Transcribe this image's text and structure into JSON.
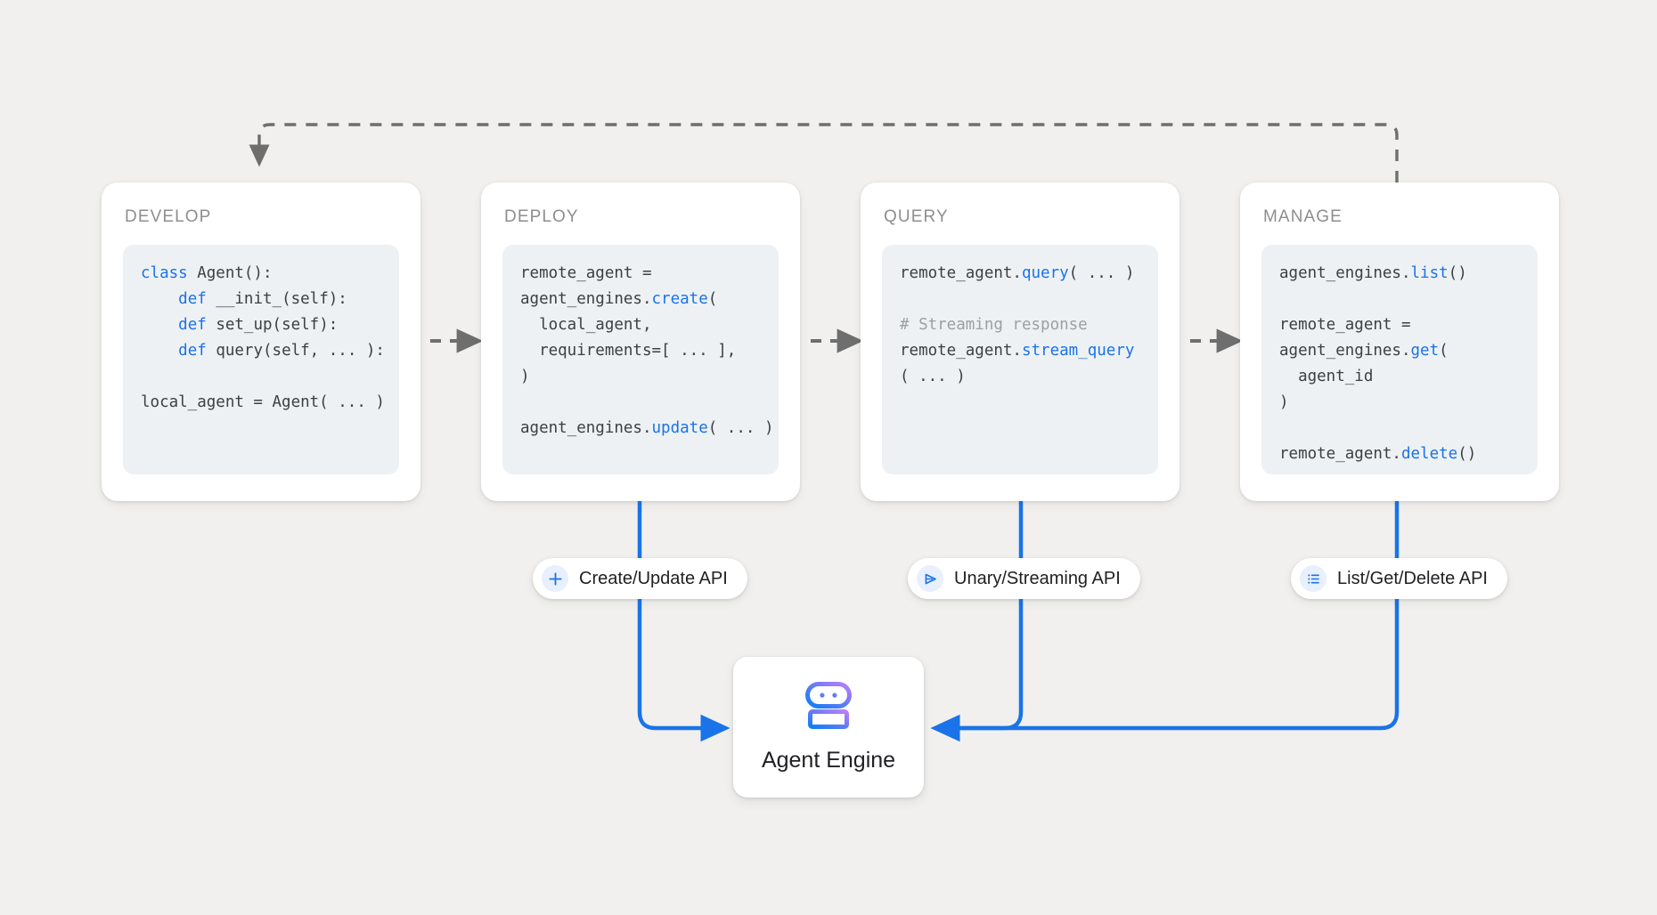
{
  "theme": {
    "background": "#f1f0ee",
    "card_bg": "#ffffff",
    "code_bg": "#eef1f4",
    "accent_blue": "#1a73e8",
    "wire_blue": "#1a73e8",
    "dashed_gray": "#6e6e6e",
    "title_gray": "#8e8e8e",
    "code_text": "#3c4043",
    "comment_gray": "#9aa0a6",
    "pill_icon_bg": "#e8effd",
    "robot_gradient_from": "#b06ef5",
    "robot_gradient_to": "#0b7ef9"
  },
  "stages": [
    {
      "title": "DEVELOP",
      "code_lines": [
        [
          {
            "t": "class ",
            "c": "kw"
          },
          {
            "t": "Agent():",
            "c": ""
          }
        ],
        [
          {
            "t": "    ",
            "c": ""
          },
          {
            "t": "def ",
            "c": "kw"
          },
          {
            "t": "__init_(self):",
            "c": ""
          }
        ],
        [
          {
            "t": "    ",
            "c": ""
          },
          {
            "t": "def ",
            "c": "kw"
          },
          {
            "t": "set_up(self):",
            "c": ""
          }
        ],
        [
          {
            "t": "    ",
            "c": ""
          },
          {
            "t": "def ",
            "c": "kw"
          },
          {
            "t": "query(self, ... ):",
            "c": ""
          }
        ],
        [
          {
            "t": "",
            "c": ""
          }
        ],
        [
          {
            "t": "local_agent = Agent( ... )",
            "c": ""
          }
        ]
      ]
    },
    {
      "title": "DEPLOY",
      "code_lines": [
        [
          {
            "t": "remote_agent =",
            "c": ""
          }
        ],
        [
          {
            "t": "agent_engines.",
            "c": ""
          },
          {
            "t": "create",
            "c": "fn"
          },
          {
            "t": "(",
            "c": ""
          }
        ],
        [
          {
            "t": "  local_agent,",
            "c": ""
          }
        ],
        [
          {
            "t": "  requirements=[ ... ],",
            "c": ""
          }
        ],
        [
          {
            "t": ")",
            "c": ""
          }
        ],
        [
          {
            "t": "",
            "c": ""
          }
        ],
        [
          {
            "t": "agent_engines.",
            "c": ""
          },
          {
            "t": "update",
            "c": "fn"
          },
          {
            "t": "( ... )",
            "c": ""
          }
        ]
      ]
    },
    {
      "title": "QUERY",
      "code_lines": [
        [
          {
            "t": "remote_agent.",
            "c": ""
          },
          {
            "t": "query",
            "c": "fn"
          },
          {
            "t": "( ... )",
            "c": ""
          }
        ],
        [
          {
            "t": "",
            "c": ""
          }
        ],
        [
          {
            "t": "# Streaming response",
            "c": "cm"
          }
        ],
        [
          {
            "t": "remote_agent.",
            "c": ""
          },
          {
            "t": "stream_query",
            "c": "fn"
          }
        ],
        [
          {
            "t": "( ... )",
            "c": ""
          }
        ]
      ]
    },
    {
      "title": "MANAGE",
      "code_lines": [
        [
          {
            "t": "agent_engines.",
            "c": ""
          },
          {
            "t": "list",
            "c": "fn"
          },
          {
            "t": "()",
            "c": ""
          }
        ],
        [
          {
            "t": "",
            "c": ""
          }
        ],
        [
          {
            "t": "remote_agent =",
            "c": ""
          }
        ],
        [
          {
            "t": "agent_engines.",
            "c": ""
          },
          {
            "t": "get",
            "c": "fn"
          },
          {
            "t": "(",
            "c": ""
          }
        ],
        [
          {
            "t": "  agent_id",
            "c": ""
          }
        ],
        [
          {
            "t": ")",
            "c": ""
          }
        ],
        [
          {
            "t": "",
            "c": ""
          }
        ],
        [
          {
            "t": "remote_agent.",
            "c": ""
          },
          {
            "t": "delete",
            "c": "fn"
          },
          {
            "t": "()",
            "c": ""
          }
        ]
      ]
    }
  ],
  "api_pills": [
    {
      "label": "Create/Update API",
      "icon": "plus-icon"
    },
    {
      "label": "Unary/Streaming API",
      "icon": "send-triangle-icon"
    },
    {
      "label": "List/Get/Delete API",
      "icon": "list-icon"
    }
  ],
  "agent_engine": {
    "label": "Agent Engine",
    "icon": "robot-icon"
  },
  "flow": {
    "stage_arrows": 3,
    "feedback_loop": "manage-back-to-develop"
  }
}
